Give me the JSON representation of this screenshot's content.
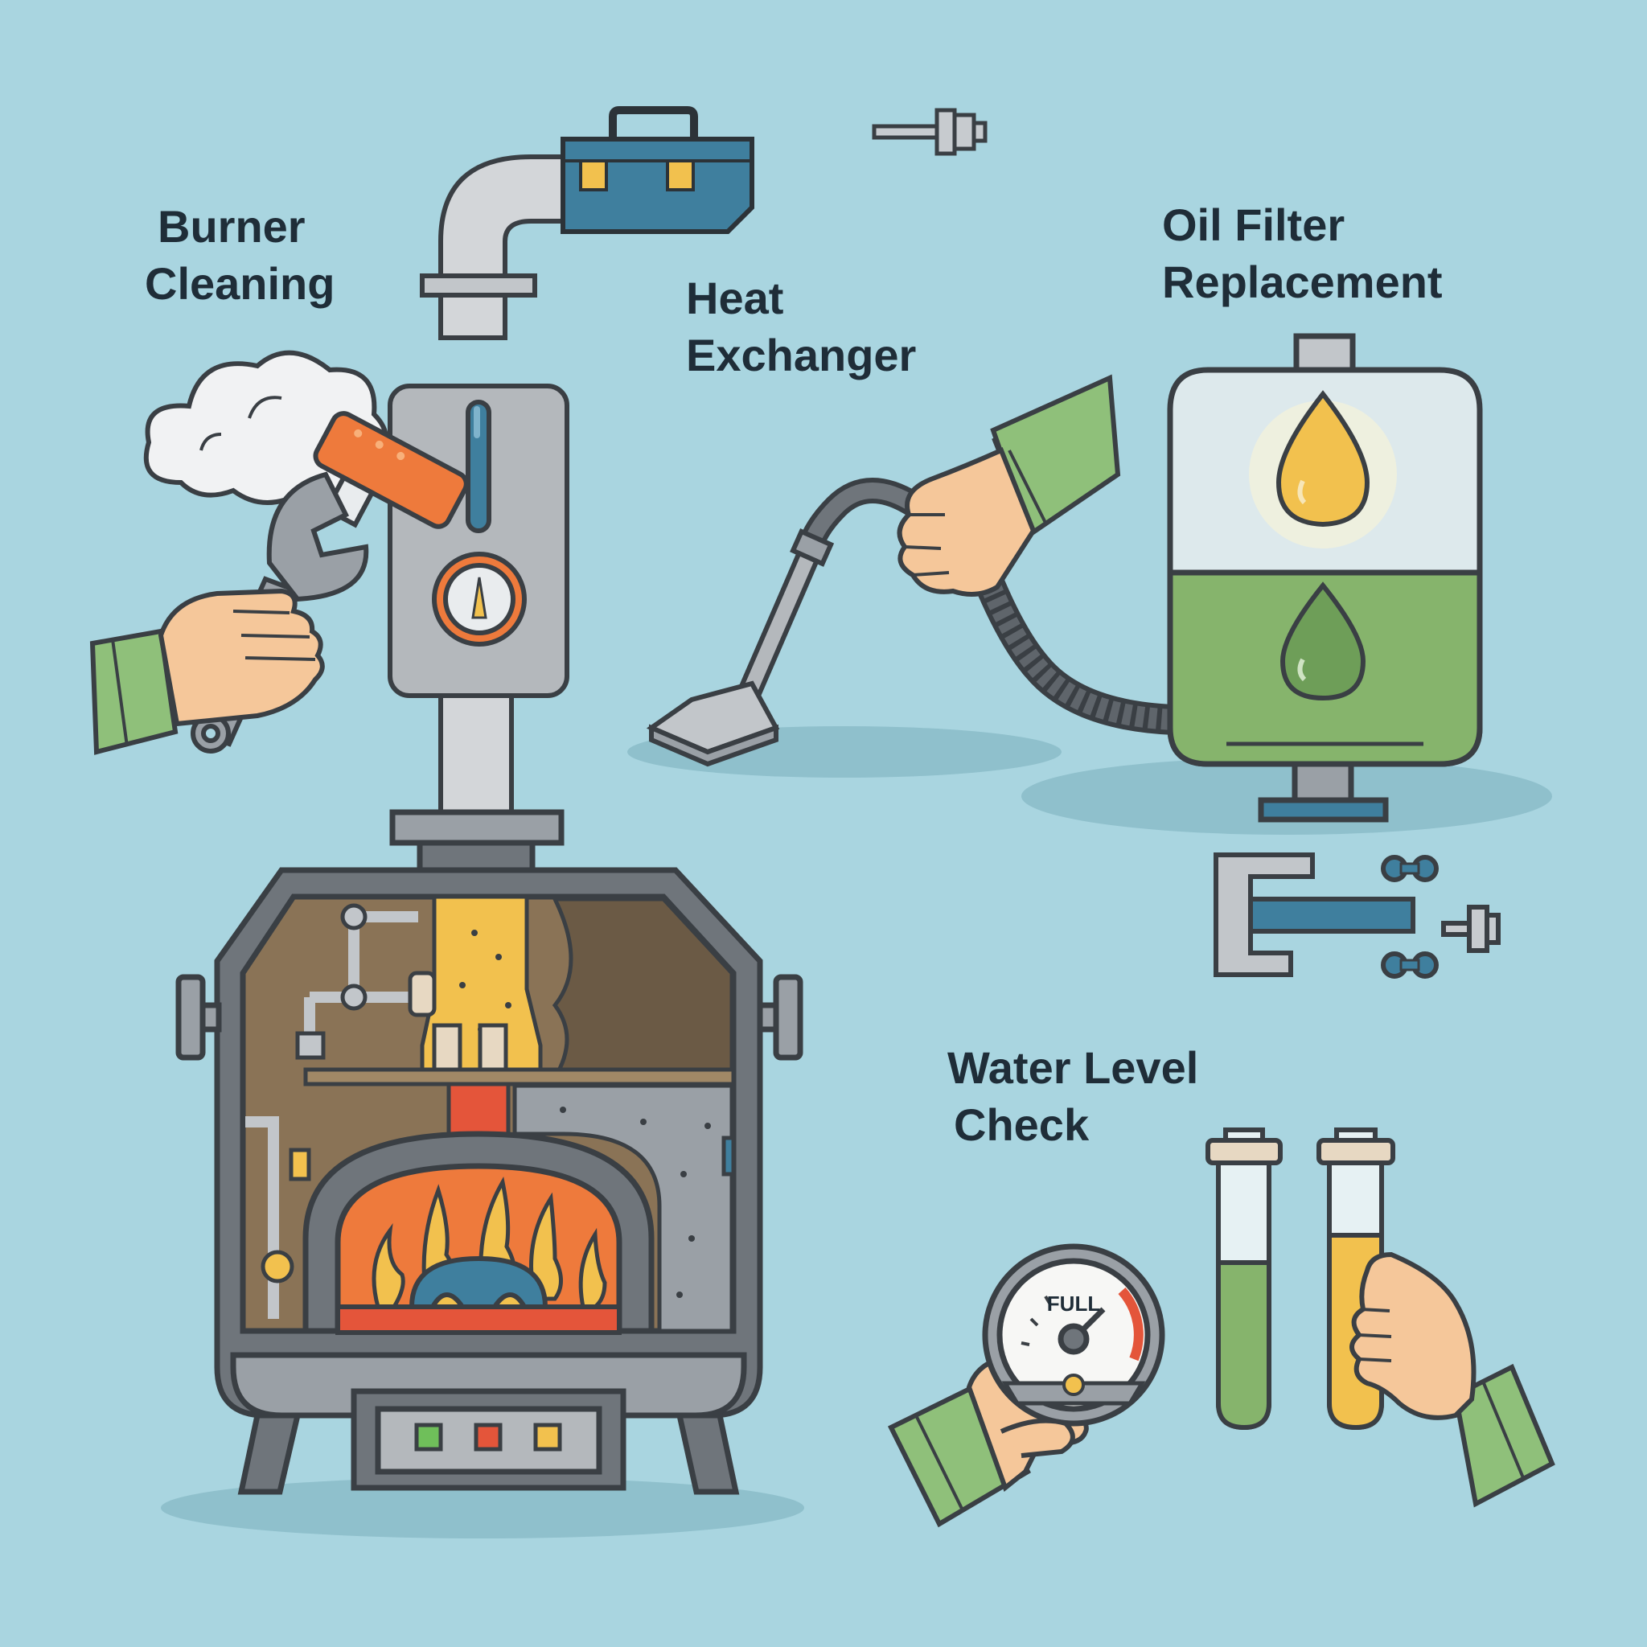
{
  "labels": {
    "burner_line1": "Burner",
    "burner_line2": "Cleaning",
    "heat_line1": "Heat",
    "heat_line2": "Exchanger",
    "oil_line1": "Oil Filter",
    "oil_line2": "Replacement",
    "water_line1": "Water Level",
    "water_line2": "Check"
  },
  "gauge": {
    "text": "FULL"
  },
  "icons": [
    "toolbox-icon",
    "wrench-icon",
    "smoke-cloud-icon",
    "vacuum-cleaner-icon",
    "oil-drop-icon",
    "pressure-gauge-icon",
    "test-tube-icon",
    "flame-icon"
  ],
  "colors": {
    "background": "#a9d5e0",
    "outline": "#3a3f44",
    "sleeve": "#8fc07a",
    "skin": "#f5c79a",
    "flame": "#ee7a3c",
    "oil_yellow": "#f2c14e",
    "tank_green": "#86b46c",
    "accent_blue": "#3f7f9e"
  }
}
